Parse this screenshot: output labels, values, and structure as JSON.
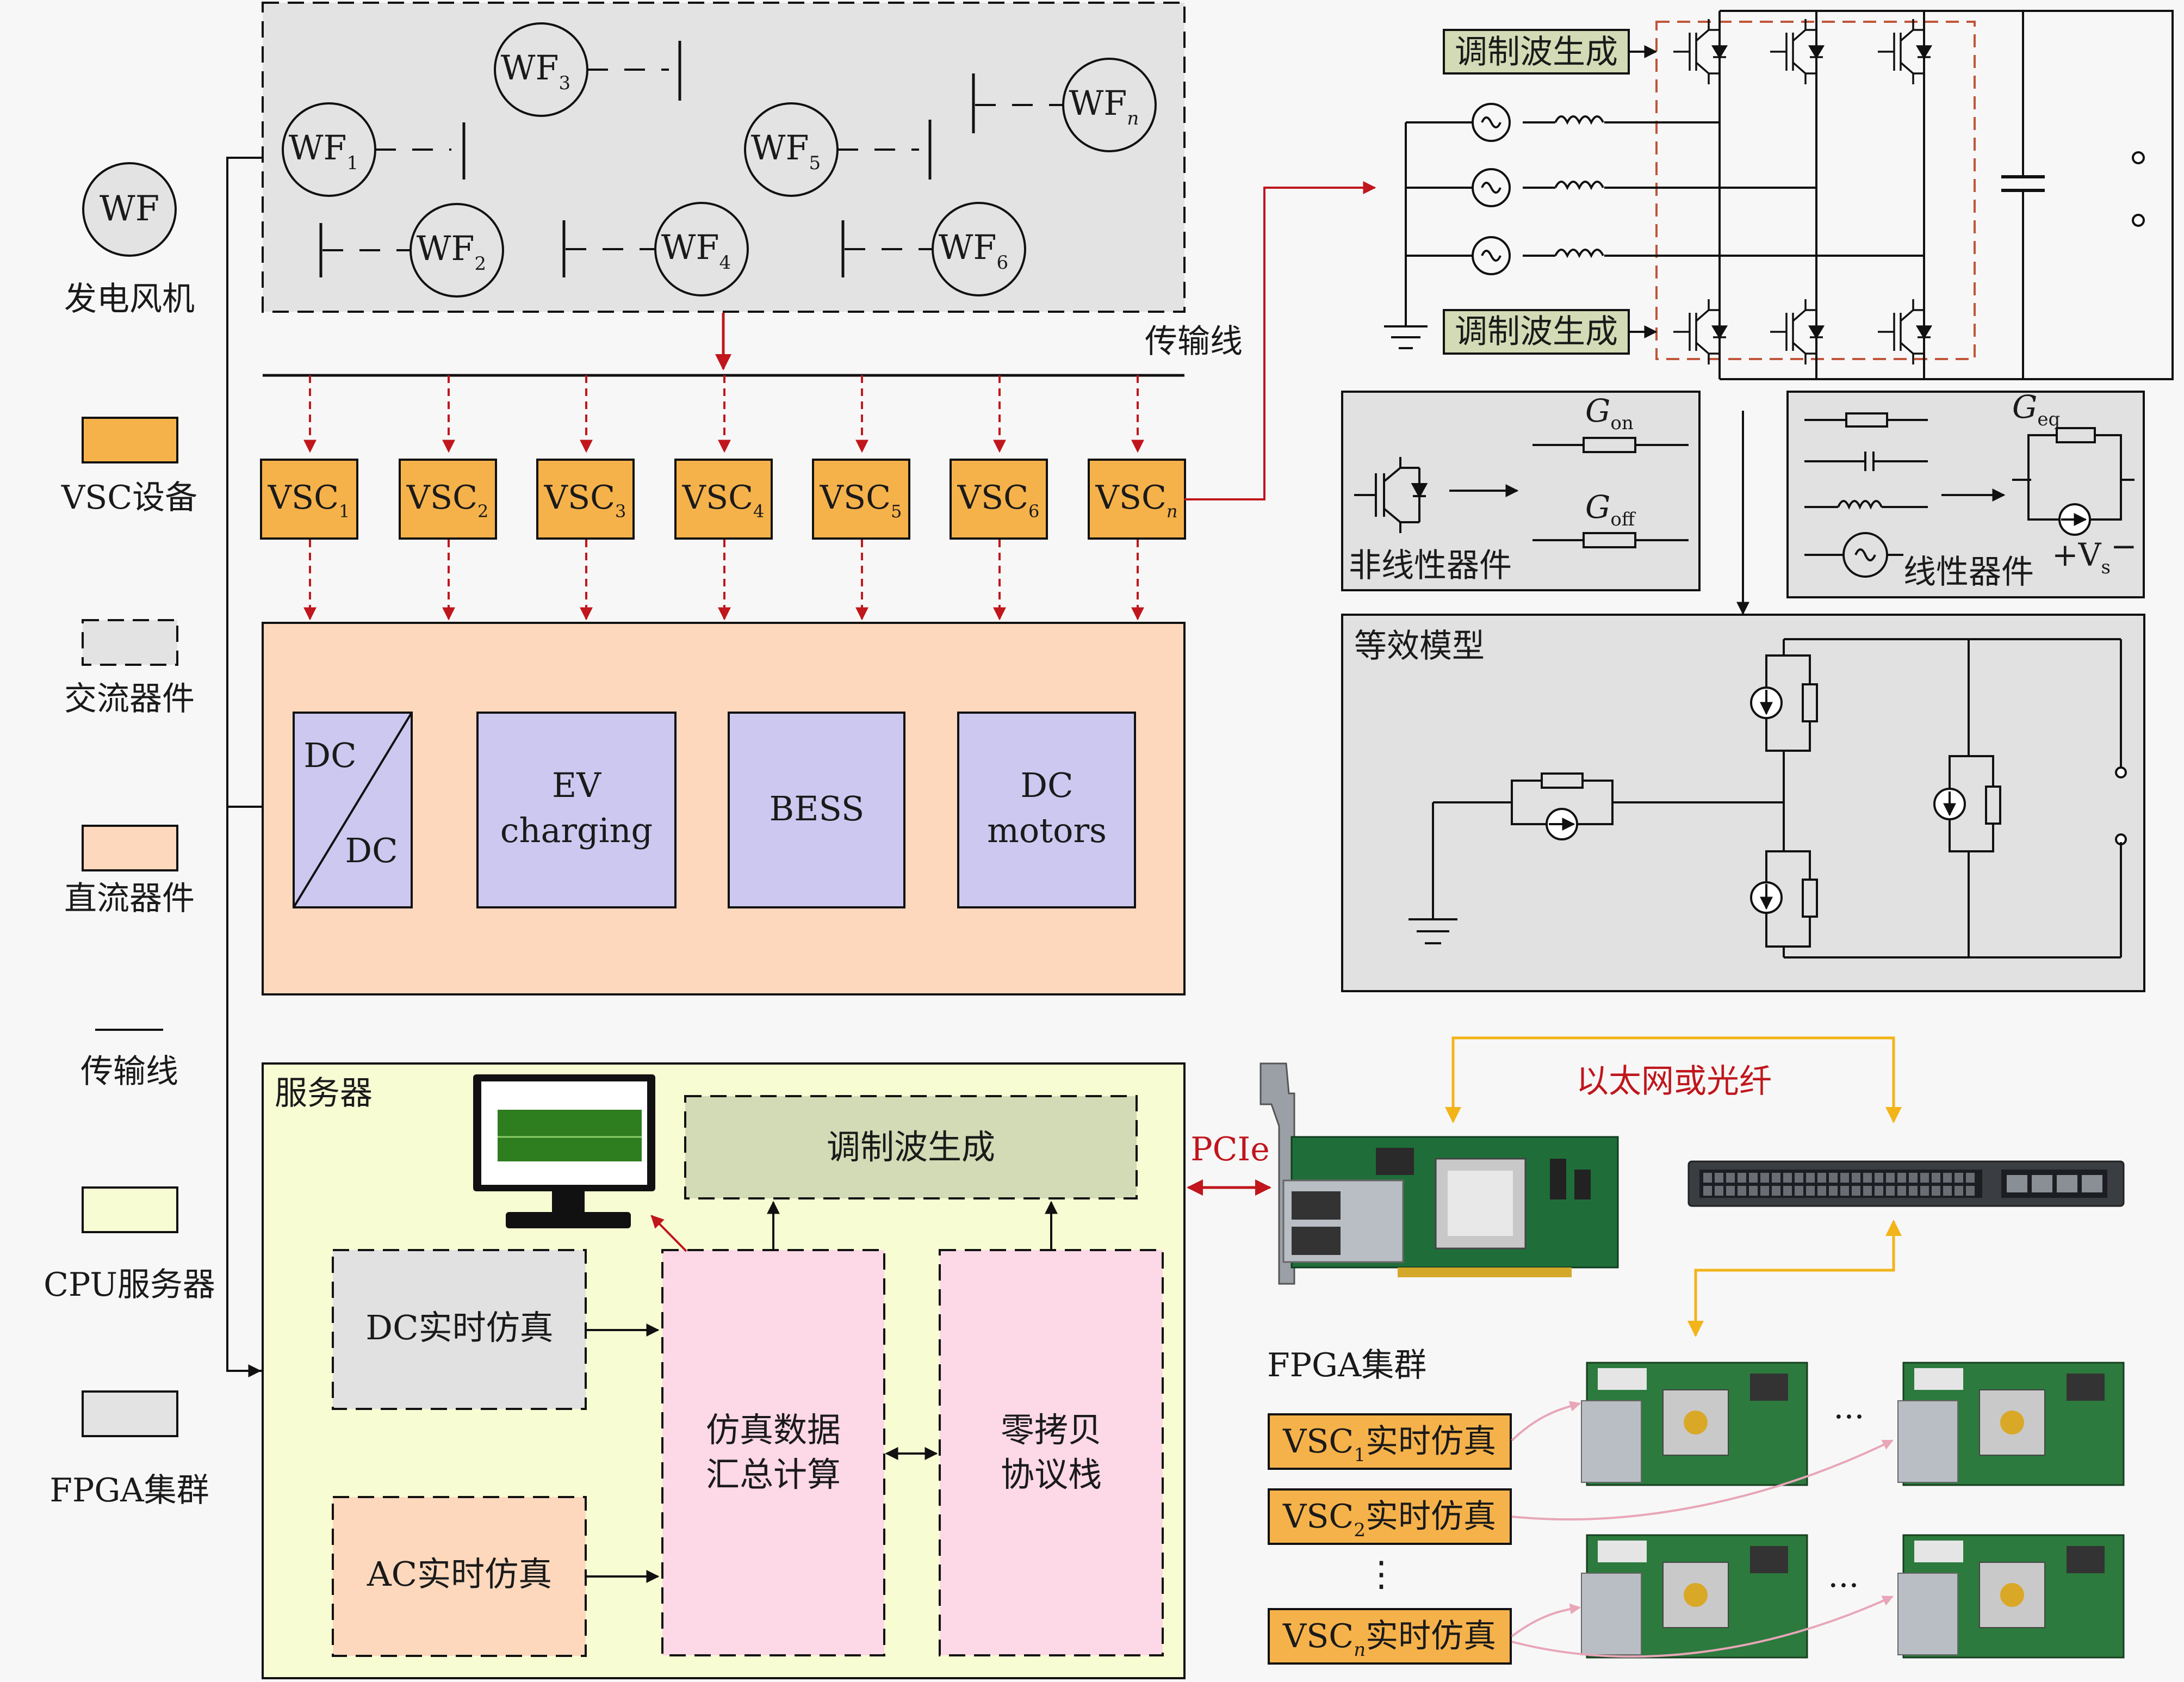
{
  "legend": [
    {
      "id": "wf",
      "symbol": "WF",
      "label": "发电风机"
    },
    {
      "id": "vsc",
      "label": "VSC设备",
      "color": "#f6b24a"
    },
    {
      "id": "ac",
      "label": "交流器件",
      "color": "#e3e3e3"
    },
    {
      "id": "dc",
      "label": "直流器件",
      "color": "#fdd8bd"
    },
    {
      "id": "line",
      "label": "传输线"
    },
    {
      "id": "cpu",
      "label": "CPU服务器",
      "color": "#f7fcd3"
    },
    {
      "id": "fpga",
      "label": "FPGA集群",
      "color": "#e3e3e3"
    }
  ],
  "wind_farms": [
    {
      "base": "WF",
      "sub": "1"
    },
    {
      "base": "WF",
      "sub": "2"
    },
    {
      "base": "WF",
      "sub": "3"
    },
    {
      "base": "WF",
      "sub": "4"
    },
    {
      "base": "WF",
      "sub": "5"
    },
    {
      "base": "WF",
      "sub": "6"
    },
    {
      "base": "WF",
      "sub": "n"
    }
  ],
  "transmission_line_label": "传输线",
  "vsc_units": [
    {
      "base": "VSC",
      "sub": "1"
    },
    {
      "base": "VSC",
      "sub": "2"
    },
    {
      "base": "VSC",
      "sub": "3"
    },
    {
      "base": "VSC",
      "sub": "4"
    },
    {
      "base": "VSC",
      "sub": "5"
    },
    {
      "base": "VSC",
      "sub": "6"
    },
    {
      "base": "VSC",
      "sub": "n"
    }
  ],
  "dc_devices": {
    "dcdc_top": "DC",
    "dcdc_bottom": "DC",
    "ev": [
      "EV",
      "charging"
    ],
    "bess": "BESS",
    "motors": [
      "DC",
      "motors"
    ]
  },
  "converter": {
    "mod_top": "调制波生成",
    "mod_bottom": "调制波生成"
  },
  "nonlinear": {
    "label": "非线性器件",
    "g_on": {
      "base": "G",
      "sub": "on"
    },
    "g_off": {
      "base": "G",
      "sub": "off"
    }
  },
  "linear": {
    "label": "线性器件",
    "g_eq": {
      "base": "G",
      "sub": "eq"
    },
    "vs": "+V",
    "vs_sub": "s",
    "vs_minus": "−"
  },
  "equivalent": {
    "label": "等效模型"
  },
  "server": {
    "title": "服务器",
    "mod_gen": "调制波生成",
    "dc_sim": "DC实时仿真",
    "ac_sim": "AC实时仿真",
    "aggregate": [
      "仿真数据",
      "汇总计算"
    ],
    "zero_copy": [
      "零拷贝",
      "协议栈"
    ]
  },
  "pcie_label": "PCIe",
  "ethernet_label": "以太网或光纤",
  "fpga_cluster": {
    "title": "FPGA集群",
    "sims": [
      {
        "base": "VSC",
        "sub": "1",
        "suffix": "实时仿真"
      },
      {
        "base": "VSC",
        "sub": "2",
        "suffix": "实时仿真"
      },
      {
        "base": "VSC",
        "sub": "n",
        "suffix": "实时仿真"
      }
    ],
    "vdots": "⋮",
    "hdots": "···"
  },
  "colors": {
    "vsc": "#f6b24a",
    "ac": "#e3e3e3",
    "dc": "#fdd8bd",
    "cpu": "#f7fcd3",
    "purple": "#ccc8f0",
    "green": "#d2dbb5",
    "pink": "#fdd8e6",
    "gray": "#e1e1e1",
    "red": "#c0161c",
    "gold": "#f2b418",
    "converter_dash": "#c0553a"
  }
}
